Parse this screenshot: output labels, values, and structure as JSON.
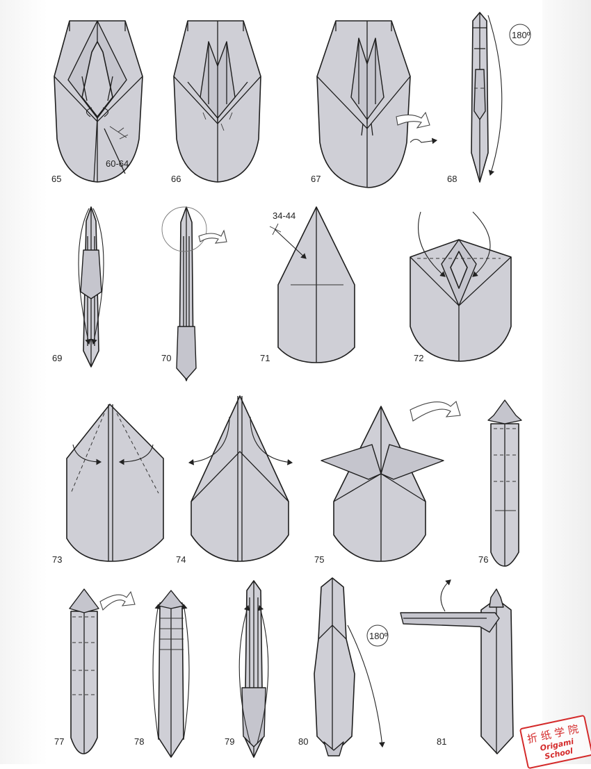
{
  "steps": [
    "65",
    "66",
    "67",
    "68",
    "69",
    "70",
    "71",
    "72",
    "73",
    "74",
    "75",
    "76",
    "77",
    "78",
    "79",
    "80",
    "81"
  ],
  "references": {
    "step65": "60-64",
    "step71": "34-44"
  },
  "rotations": {
    "step68": "180º",
    "step80": "180º"
  },
  "watermark": {
    "chinese": "折纸学院",
    "english": "Origami School"
  },
  "colors": {
    "paper": "#cfcfd6",
    "line": "#1e1e1e",
    "watermark": "#d42a2a"
  }
}
